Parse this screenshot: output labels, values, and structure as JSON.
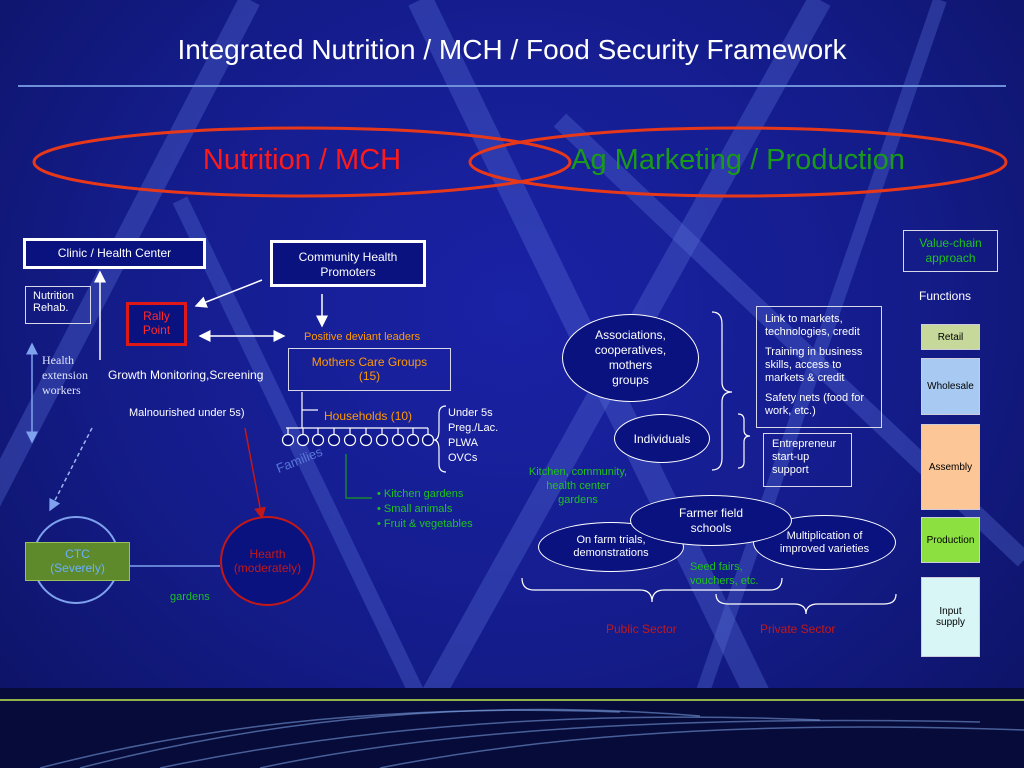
{
  "title": "Integrated Nutrition / MCH / Food Security Framework",
  "headings": {
    "left": "Nutrition / MCH",
    "right": "Ag Marketing / Production"
  },
  "left": {
    "clinic": "Clinic / Health Center",
    "nutrition_rehab": "Nutrition\nRehab.",
    "rally_point": "Rally\nPoint",
    "chp": "Community Health\nPromoters",
    "positive_deviant": "Positive deviant leaders",
    "mothers_care_groups": "Mothers Care Groups\n(15)",
    "health_ext": "Health\nextension\nworkers",
    "growth_monitoring": "Growth Monitoring,Screening",
    "malnourished": "Malnourished under 5s)",
    "households": "Households (10)",
    "hh_groups": [
      "Under 5s",
      "Preg./Lac.",
      "PLWA",
      "OVCs"
    ],
    "families": "Families",
    "garden_items": [
      "• Kitchen gardens",
      "• Small animals",
      "• Fruit & vegetables"
    ],
    "ctc": "CTC\n(Severely)",
    "hearth": "Hearth\n(moderately)",
    "gardens": "gardens"
  },
  "right": {
    "associations": "Associations,\ncooperatives,\nmothers\ngroups",
    "individuals": "Individuals",
    "links_box": [
      "Link to markets, technologies, credit",
      "Training in business skills, access to markets & credit",
      "Safety nets (food for work, etc.)"
    ],
    "entrepreneur": "Entrepreneur\nstart-up\nsupport",
    "kitchen_community": "Kitchen, community,\nhealth center\ngardens",
    "farmer_field": "Farmer field\nschools",
    "on_farm": "On farm trials,\ndemonstrations",
    "multiplication": "Multiplication of\nimproved varieties",
    "seed_fairs": "Seed fairs,\nvouchers, etc.",
    "public_sector": "Public Sector",
    "private_sector": "Private Sector"
  },
  "value_chain": {
    "label": "Value-chain\napproach",
    "functions": "Functions",
    "stages": [
      "Retail",
      "Wholesale",
      "Assembly",
      "Production",
      "Input\nsupply"
    ],
    "stage_colors": [
      "#c6d89a",
      "#a8caf2",
      "#fcc696",
      "#8ce040",
      "#d8f6f6"
    ]
  },
  "colors": {
    "red": "#ff1a1a",
    "green": "#1a9a1a",
    "orange": "#ff9a00",
    "ellipse_red": "#e8381a",
    "light_green": "#44cc44",
    "sector_red": "#c21818"
  }
}
